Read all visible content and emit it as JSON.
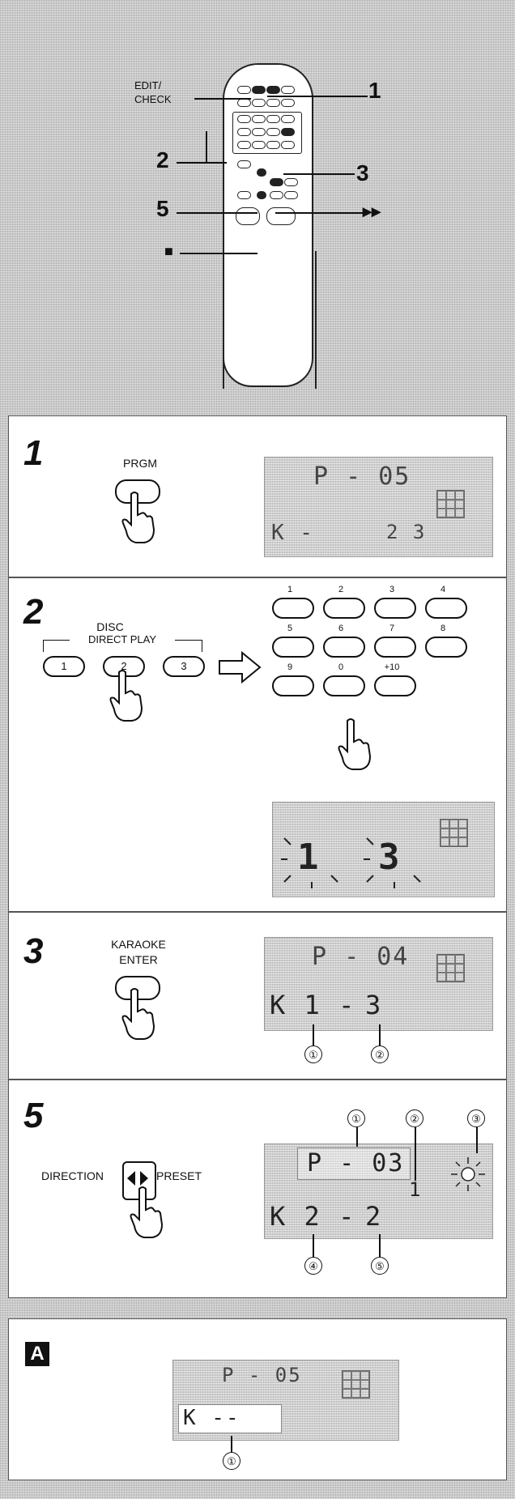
{
  "remote": {
    "labels": {
      "edit_check_line1": "EDIT/",
      "edit_check_line2": "CHECK",
      "callout_1": "1",
      "callout_2": "2",
      "callout_3": "3",
      "callout_5": "5",
      "ff_symbol": "▸▸",
      "stop_symbol": "■"
    }
  },
  "step1": {
    "number": "1",
    "button_label": "PRGM",
    "lcd_top": "P - 05",
    "lcd_bottom_left": "K -",
    "lcd_bottom_right": "2 3"
  },
  "step2": {
    "number": "2",
    "disc_label": "DISC",
    "direct_play_label": "DIRECT PLAY",
    "disc_buttons": [
      "1",
      "2",
      "3"
    ],
    "num_keys": [
      "1",
      "2",
      "3",
      "4",
      "5",
      "6",
      "7",
      "8",
      "9",
      "0",
      "+10"
    ],
    "lcd_left": "1",
    "lcd_right": "3"
  },
  "step3": {
    "number": "3",
    "button_label_line1": "KARAOKE",
    "button_label_line2": "ENTER",
    "lcd_top": "P - 04",
    "lcd_bottom_left": "K 1 -",
    "lcd_bottom_mid": "3",
    "callouts": [
      "①",
      "②"
    ]
  },
  "step5": {
    "number": "5",
    "left_label": "DIRECTION",
    "right_label": "PRESET",
    "lcd_top": "P - 03",
    "lcd_mid": "1",
    "lcd_bottom_left": "K 2 -",
    "lcd_bottom_mid": "2",
    "callouts_top": [
      "①",
      "②",
      "③"
    ],
    "callouts_bottom": [
      "④",
      "⑤"
    ]
  },
  "panelA": {
    "letter": "A",
    "lcd_top": "P - 05",
    "lcd_bottom_left": "K   --",
    "callout": "①"
  }
}
